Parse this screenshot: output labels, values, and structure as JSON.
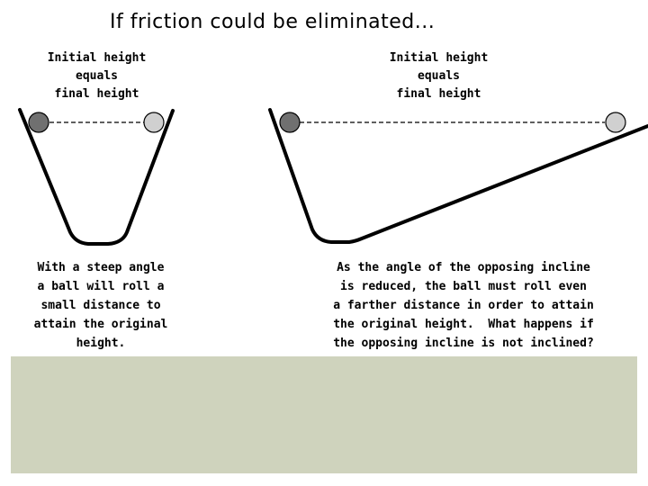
{
  "title": "If friction could be eliminated...",
  "left": {
    "label": "Initial height\nequals\nfinal height",
    "caption": "With a steep angle\na ball will roll a\nsmall distance to\nattain the original\nheight."
  },
  "right": {
    "label": "Initial height\nequals\nfinal height",
    "caption": "As the angle of the opposing incline\nis reduced, the ball must roll even\na farther distance in order to attain\nthe original height.  What happens if\nthe opposing incline is not inclined?"
  },
  "colors": {
    "ball_initial": "#707070",
    "ball_final": "#d0d0d0",
    "panel": "#cfd3bd"
  }
}
